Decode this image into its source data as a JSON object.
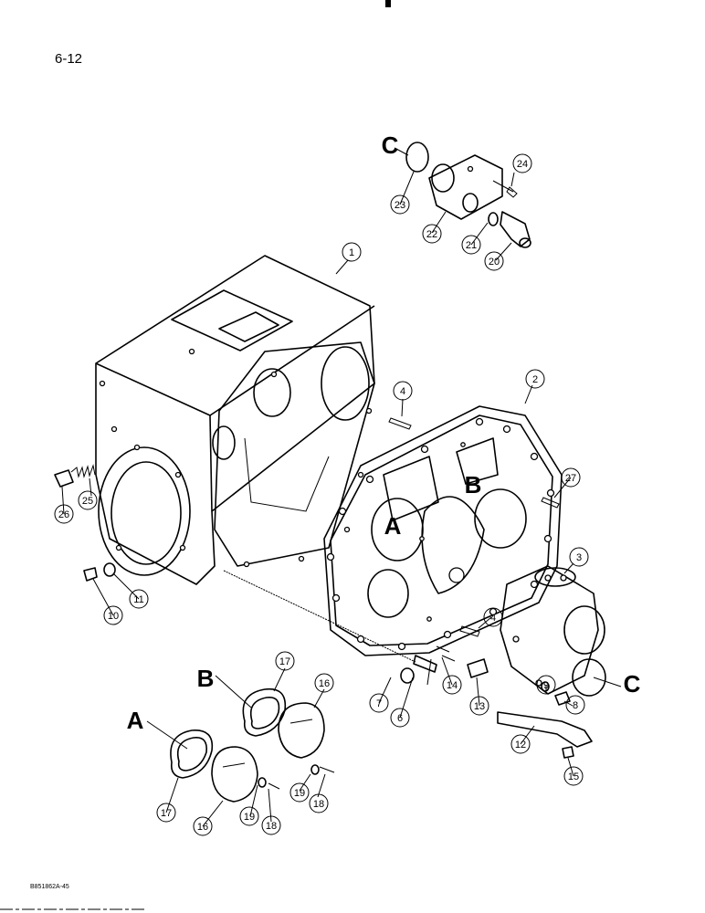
{
  "page_number": "6-12",
  "reference_code": "B851862A-45",
  "callouts": [
    "1",
    "2",
    "3",
    "4",
    "4",
    "6",
    "7",
    "8",
    "9",
    "10",
    "11",
    "12",
    "13",
    "14",
    "15",
    "16",
    "16",
    "17",
    "17",
    "18",
    "18",
    "19",
    "19",
    "20",
    "21",
    "22",
    "23",
    "24",
    "25",
    "26",
    "27"
  ],
  "view_letters": [
    "A",
    "A",
    "B",
    "B",
    "C",
    "C"
  ],
  "colors": {
    "ink": "#000000",
    "paper": "#ffffff"
  }
}
